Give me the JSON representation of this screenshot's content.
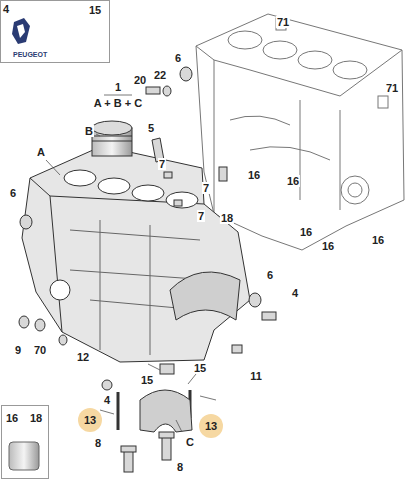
{
  "diagram": {
    "nodes": [
      {
        "text": [
          "4",
          "15",
          "PEUGEOT"
        ]
      },
      {
        "text": [
          "16",
          "18"
        ]
      },
      {
        "text": [
          "13"
        ]
      },
      {
        "text": [
          "13"
        ]
      }
    ],
    "labels": [
      "71",
      "71",
      "6",
      "20",
      "22",
      "1",
      "A + B + C",
      "B",
      "5",
      "7",
      "A",
      "7",
      "16",
      "16",
      "18",
      "7",
      "16",
      "16",
      "16",
      "6",
      "6",
      "4",
      "9",
      "70",
      "12",
      "15",
      "15",
      "11",
      "4",
      "C",
      "8",
      "8"
    ]
  }
}
